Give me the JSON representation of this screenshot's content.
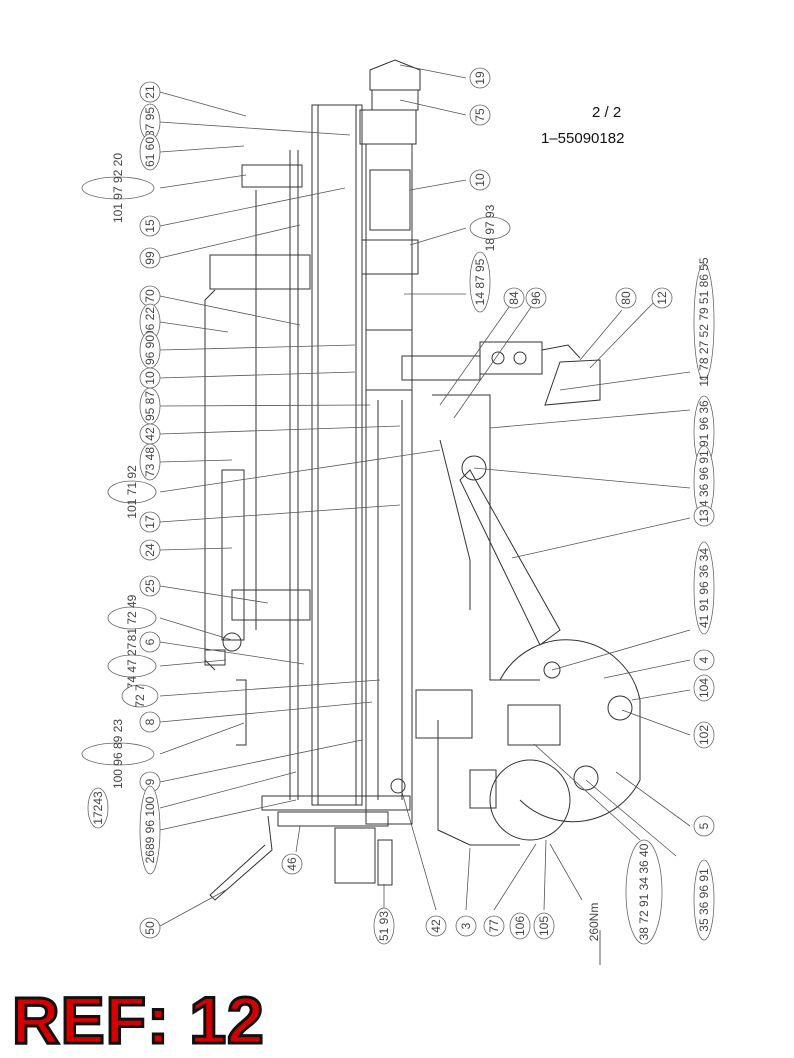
{
  "sheet": {
    "page": "2 / 2",
    "doc_number": "1–55090182"
  },
  "ref_label": "REF: 12",
  "torque_note": "260Nm",
  "colors": {
    "ref_fill": "#d40000",
    "ref_outline": "#111111",
    "line": "#333333"
  },
  "left_labels": [
    "21",
    "87 95",
    "61 60",
    "101 97 92 20",
    "15",
    "99",
    "70",
    "96 22",
    "96 90",
    "10",
    "95 87",
    "42",
    "73 48",
    "101 71 92",
    "17",
    "24",
    "25",
    "81 72 49",
    "6",
    "74 47 27",
    "72 7",
    "8",
    "100 96 89 23",
    "9",
    "17243",
    "2689 96 100",
    "46",
    "50"
  ],
  "top_right_labels": [
    "19",
    "75",
    "10",
    "18 97 93",
    "14 87 95",
    "84",
    "96",
    "80",
    "12"
  ],
  "right_labels": [
    "11 78 27 52 79 51 86 55",
    "37 91 96 36",
    "34 36 96 91",
    "13",
    "41 91 96 36 34",
    "4",
    "104",
    "102",
    "5",
    "35 36 96 91"
  ],
  "bottom_labels": [
    "51 93",
    "42",
    "3",
    "77",
    "106",
    "105",
    "38 72 91 34 36 40"
  ]
}
